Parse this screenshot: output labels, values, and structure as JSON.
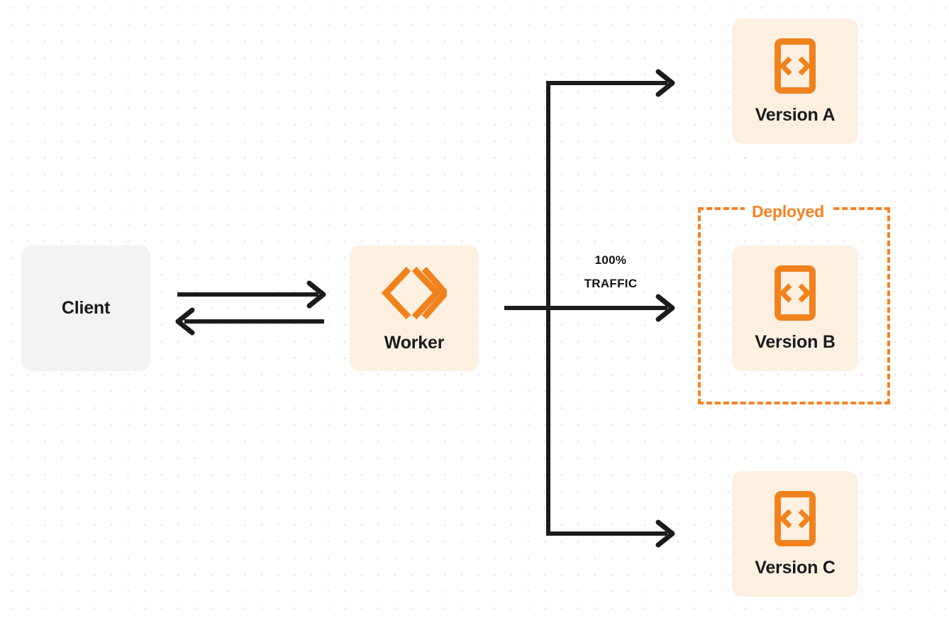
{
  "diagram": {
    "title": "Worker version routing diagram",
    "background": "dotted-grid",
    "colors": {
      "accent_orange": "#f6821f",
      "card_orange_bg": "#fdf0e1",
      "card_gray_bg": "#f2f3f5",
      "line_dark": "#1b1b1d",
      "text_dark": "#1b1b1d",
      "dot_grid": "#e8e8ea",
      "page_bg": "#ffffff"
    }
  },
  "nodes": {
    "client": {
      "label": "Client",
      "icon": ""
    },
    "worker": {
      "label": "Worker",
      "icon": "cloudflare-workers-icon"
    },
    "version_a": {
      "label": "Version A",
      "icon": "code-brackets-icon"
    },
    "version_b": {
      "label": "Version B",
      "icon": "code-brackets-icon"
    },
    "version_c": {
      "label": "Version C",
      "icon": "code-brackets-icon"
    }
  },
  "annotations": {
    "deployed_label": "Deployed",
    "traffic_percent": "100%",
    "traffic_word": "TRAFFIC"
  },
  "edges": [
    {
      "name": "client-to-worker",
      "direction": "right",
      "from": "client",
      "to": "worker"
    },
    {
      "name": "worker-to-client",
      "direction": "left",
      "from": "worker",
      "to": "client"
    },
    {
      "name": "worker-to-version-a",
      "direction": "right",
      "from": "worker",
      "to": "version_a"
    },
    {
      "name": "worker-to-version-b",
      "direction": "right",
      "from": "worker",
      "to": "version_b",
      "label": "100% TRAFFIC"
    },
    {
      "name": "worker-to-version-c",
      "direction": "right",
      "from": "worker",
      "to": "version_c"
    }
  ]
}
